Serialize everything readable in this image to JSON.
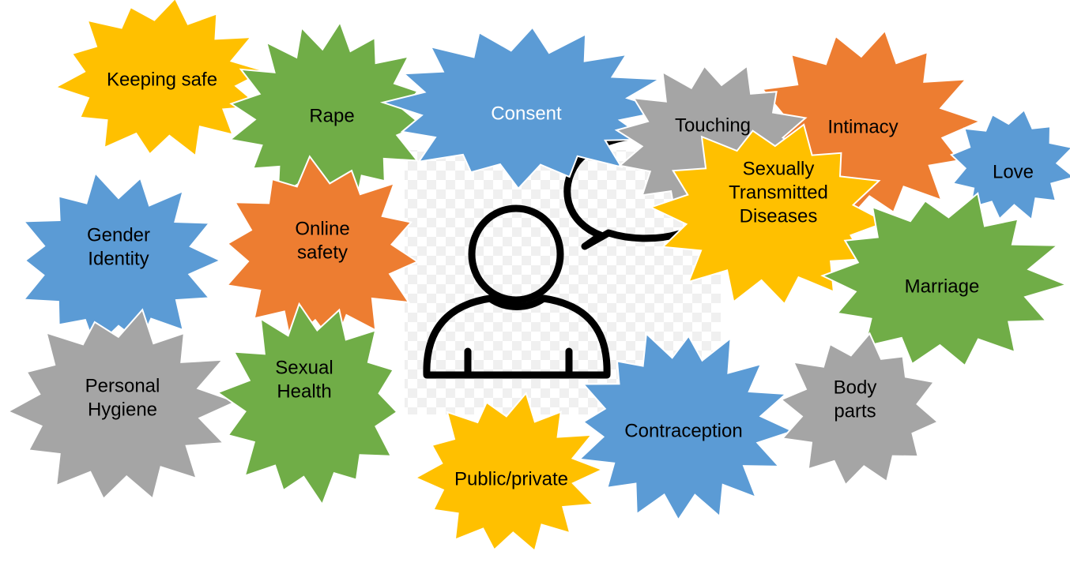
{
  "colors": {
    "yellow": "#FFC000",
    "green": "#70AD47",
    "blue": "#5B9BD5",
    "orange": "#ED7D31",
    "gray": "#A5A5A5",
    "icon": "#000000"
  },
  "center_icon": {
    "name": "person-speech-icon"
  },
  "topics": [
    {
      "lines": [
        "Keeping safe"
      ],
      "color": "yellow"
    },
    {
      "lines": [
        "Rape"
      ],
      "color": "green"
    },
    {
      "lines": [
        "Consent"
      ],
      "color": "blue"
    },
    {
      "lines": [
        "Touching"
      ],
      "color": "gray"
    },
    {
      "lines": [
        "Intimacy"
      ],
      "color": "orange"
    },
    {
      "lines": [
        "Love"
      ],
      "color": "blue"
    },
    {
      "lines": [
        "Sexually",
        "Transmitted",
        "Diseases"
      ],
      "color": "yellow"
    },
    {
      "lines": [
        "Gender",
        "Identity"
      ],
      "color": "blue"
    },
    {
      "lines": [
        "Online",
        "safety"
      ],
      "color": "orange"
    },
    {
      "lines": [
        "Marriage"
      ],
      "color": "green"
    },
    {
      "lines": [
        "Personal",
        "Hygiene"
      ],
      "color": "gray"
    },
    {
      "lines": [
        "Sexual",
        "Health"
      ],
      "color": "green"
    },
    {
      "lines": [
        "Contraception"
      ],
      "color": "blue"
    },
    {
      "lines": [
        "Body",
        "parts"
      ],
      "color": "gray"
    },
    {
      "lines": [
        "Public/private"
      ],
      "color": "yellow"
    }
  ]
}
